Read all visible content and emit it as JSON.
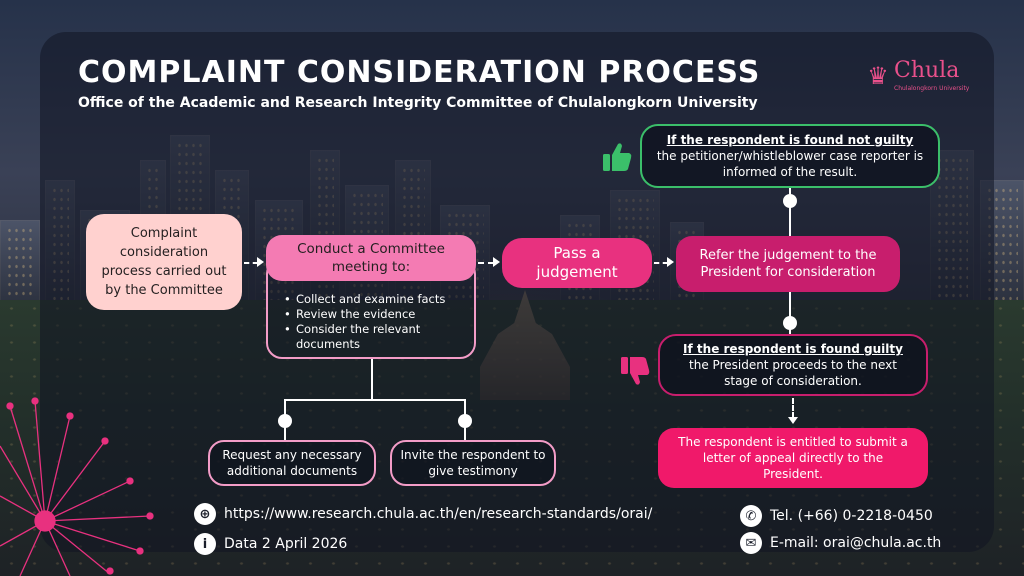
{
  "header": {
    "title": "COMPLAINT CONSIDERATION PROCESS",
    "subtitle": "Office of the Academic and Research Integrity Committee of Chulalongkorn University"
  },
  "logo": {
    "name": "Chula",
    "sub": "Chulalongkorn University",
    "color": "#e9508b"
  },
  "flow": {
    "start": "Complaint consideration process carried out by the Committee",
    "meeting_title": "Conduct a Committee meeting to:",
    "meeting_items": [
      "Collect and examine facts",
      "Review the evidence",
      "Consider the relevant documents"
    ],
    "pass": "Pass a judgement",
    "refer": "Refer the judgement to the President for consideration",
    "not_guilty_head": "If the respondent is found not guilty",
    "not_guilty_body": "the petitioner/whistleblower case reporter is informed of the result.",
    "guilty_head": "If the respondent is found guilty",
    "guilty_body": "the President proceeds to the next stage of consideration.",
    "appeal": "The respondent is entitled to submit a letter of appeal directly to the President.",
    "request": "Request any necessary additional documents",
    "invite": "Invite the respondent to give testimony"
  },
  "footer": {
    "website": "https://www.research.chula.ac.th/en/research-standards/orai/",
    "date": "Data 2 April 2026",
    "tel": "Tel. (+66) 0-2218-0450",
    "email": "E-mail: orai@chula.ac.th"
  },
  "icons": {
    "web": "globe-icon",
    "info": "info-icon",
    "phone": "phone-icon",
    "mail": "mail-icon",
    "thumbs_up": "thumbs-up-icon",
    "thumbs_down": "thumbs-down-icon"
  },
  "colors": {
    "start": "#ffd1cf",
    "meeting": "#f47bb3",
    "pass": "#e8317f",
    "refer": "#c81e6d",
    "not_guilty_border": "#3bbf6a",
    "appeal": "#f0196a"
  }
}
